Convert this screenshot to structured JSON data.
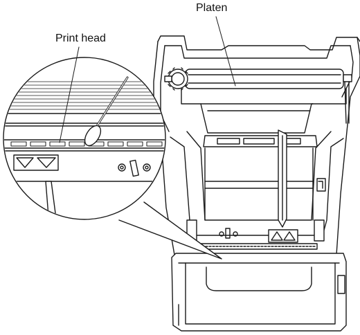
{
  "labels": {
    "platen": "Platen",
    "print_head": "Print head"
  },
  "colors": {
    "line": "#1a1a1a",
    "shade": "#bdbdbd",
    "background": "#ffffff"
  },
  "parts": {
    "printer_icon": "printer-open-cover",
    "swab_icon": "cotton-swab",
    "arrow_icon": "paper-direction-arrow"
  }
}
